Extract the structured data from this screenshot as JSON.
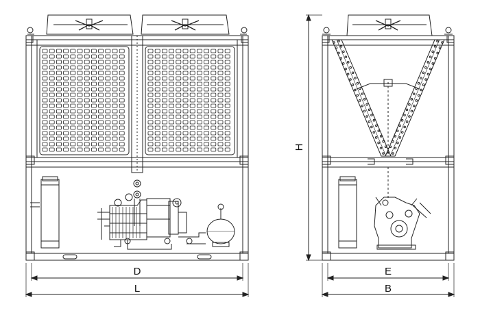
{
  "drawing": {
    "front_view": {
      "dimension_labels": {
        "inner_width": "D",
        "overall_length": "L"
      }
    },
    "side_view": {
      "dimension_labels": {
        "height": "H",
        "inner_width": "E",
        "overall_width": "B"
      }
    },
    "line_color": "#222222",
    "background_color": "#ffffff"
  }
}
